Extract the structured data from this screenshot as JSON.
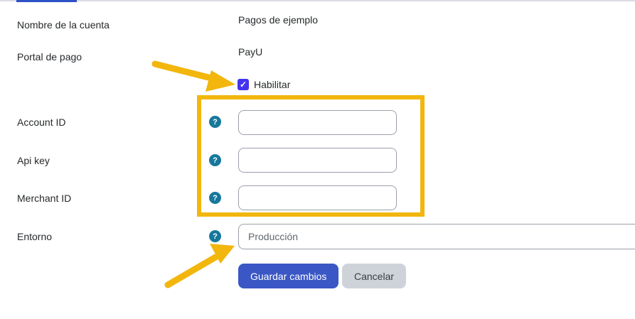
{
  "tab_bar": {
    "active_indicator_color": "#2c51c9"
  },
  "rows": {
    "account_name": {
      "label": "Nombre de la cuenta",
      "value": "Pagos de ejemplo"
    },
    "portal": {
      "label": "Portal de pago",
      "value": "PayU"
    },
    "enable": {
      "label": "Habilitar",
      "checked": true
    },
    "account_id": {
      "label": "Account ID",
      "value": ""
    },
    "api_key": {
      "label": "Api key",
      "value": ""
    },
    "merchant_id": {
      "label": "Merchant ID",
      "value": ""
    },
    "environment": {
      "label": "Entorno",
      "value": "Producción"
    }
  },
  "buttons": {
    "save": "Guardar cambios",
    "cancel": "Cancelar"
  },
  "icons": {
    "help": "?",
    "check": "✓"
  },
  "annotation": {
    "highlight_color": "#f2b60d",
    "arrow_color": "#f2b60d"
  }
}
